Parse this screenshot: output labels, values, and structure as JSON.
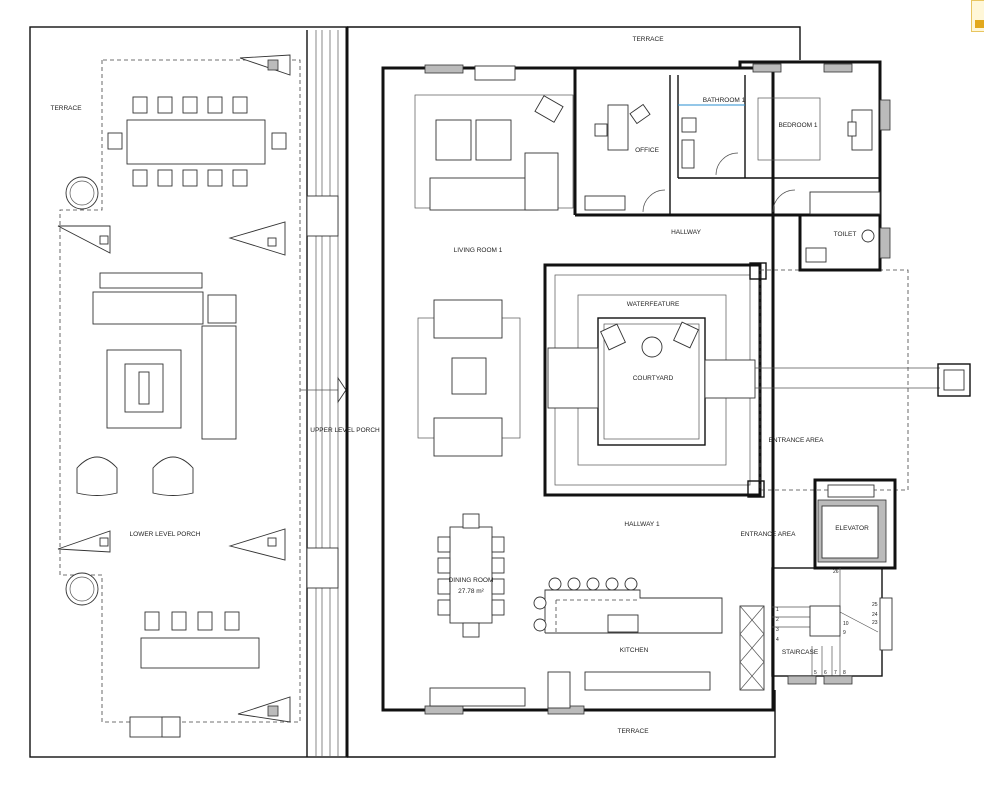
{
  "plan": {
    "rooms": {
      "terrace_top": "TERRACE",
      "terrace_left": "TERRACE",
      "terrace_bottom": "TERRACE",
      "living_room": "LIVING ROOM 1",
      "office": "OFFICE",
      "bathroom": "BATHROOM 1",
      "bedroom": "BEDROOM 1",
      "hallway": "HALLWAY",
      "toilet": "TOILET",
      "waterfeature": "WATERFEATURE",
      "courtyard": "COURTYARD",
      "entrance_area_1": "ENTRANCE AREA",
      "entrance_area_2": "ENTRANCE AREA",
      "hallway_1": "HALLWAY 1",
      "elevator": "ELEVATOR",
      "dining_room": "DINING ROOM",
      "dining_area": "27.78 m²",
      "kitchen": "KITCHEN",
      "staircase": "STAIRCASE",
      "upper_porch": "UPPER LEVEL PORCH",
      "lower_porch": "LOWER LEVEL PORCH"
    },
    "stair_numbers": [
      "1",
      "2",
      "3",
      "4",
      "5",
      "6",
      "7",
      "8",
      "9",
      "10",
      "23",
      "24",
      "25",
      "26"
    ]
  },
  "colors": {
    "line": "#111111",
    "hatch": "#bbbbbb",
    "accent": "#e2a81c"
  }
}
